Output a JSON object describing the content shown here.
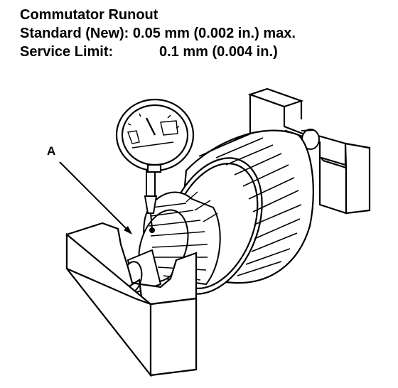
{
  "spec": {
    "title": "Commutator Runout",
    "standard_label": "Standard (New):",
    "standard_value": "0.05 mm (0.002 in.) max.",
    "service_label": "Service Limit:",
    "service_value": "0.1 mm (0.004 in.)"
  },
  "diagram": {
    "callout": "A",
    "parts": [
      "dial-indicator",
      "armature",
      "commutator",
      "v-block-front",
      "v-block-rear",
      "shaft"
    ]
  },
  "colors": {
    "ink": "#000000",
    "paper": "#ffffff",
    "shade": "#d9d9d9"
  }
}
